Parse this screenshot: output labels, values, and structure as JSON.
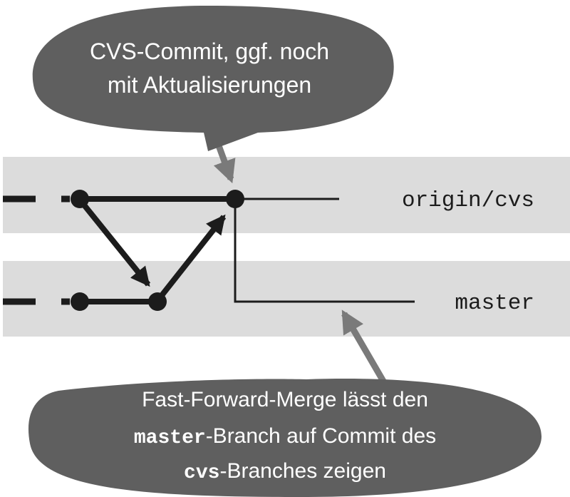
{
  "diagram": {
    "branches": {
      "cvs": "origin/cvs",
      "master": "master"
    },
    "callouts": {
      "top": {
        "line1": "CVS-Commit, ggf. noch",
        "line2": "mit Aktualisierungen"
      },
      "bottom": {
        "line1": "Fast-Forward-Merge lässt den",
        "line2_code": "master",
        "line2_rest": "-Branch auf Commit des",
        "line3_code": "cvs",
        "line3_rest": "-Branches zeigen"
      }
    },
    "colors": {
      "lane": "#dcdcdc",
      "ink": "#1c1c1c",
      "callout_fill": "#5f5f5f",
      "callout_text": "#ffffff",
      "pointer_arrow": "#7a7a7a"
    }
  }
}
